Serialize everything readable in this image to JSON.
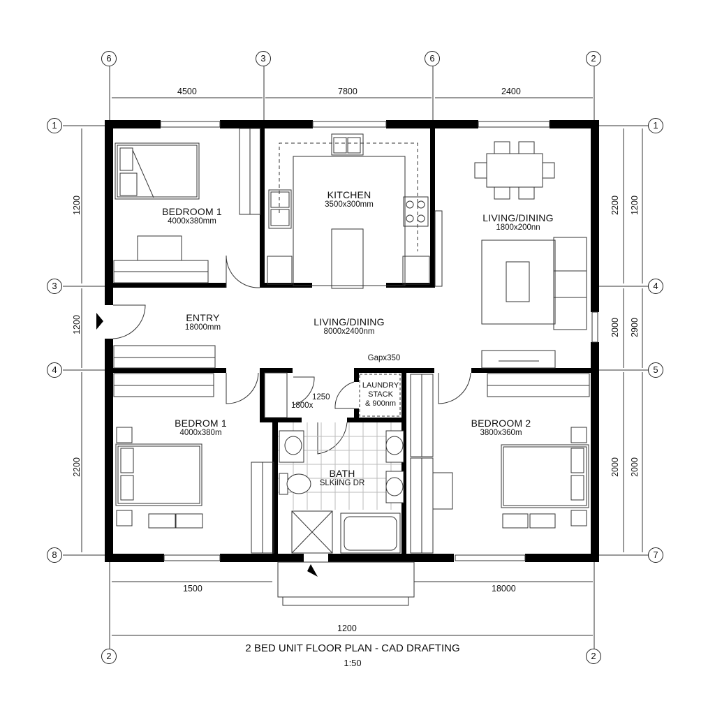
{
  "drawing": {
    "title": "2 BED UNIT FLOOR PLAN - CAD DRAFTING",
    "scale": "1:50"
  },
  "grid_bubbles": {
    "top": [
      "6",
      "3",
      "6",
      "2"
    ],
    "left": [
      "1",
      "3",
      "4",
      "8"
    ],
    "right": [
      "1",
      "4",
      "5",
      "7"
    ],
    "bottom": [
      "2",
      "2"
    ]
  },
  "dimensions": {
    "top": [
      "4500",
      "7800",
      "2400"
    ],
    "left": [
      "1200",
      "1200",
      "2200"
    ],
    "right_inner": [
      "2200",
      "2000",
      "2000"
    ],
    "right_outer": [
      "1200",
      "2900",
      "2000"
    ],
    "bottom_segments": [
      "1500",
      "18000"
    ],
    "bottom_overall": "1200"
  },
  "rooms": {
    "bedroom_1_top": {
      "name": "BEDROOM 1",
      "size": "4000x380mm"
    },
    "kitchen": {
      "name": "KITCHEN",
      "size": "3500x300mm"
    },
    "living_dining_right": {
      "name": "LIVING/DINING",
      "size": "1800x200nn"
    },
    "entry": {
      "name": "ENTRY",
      "size": "18000mm"
    },
    "living_dining_center": {
      "name": "LIVING/DINING",
      "size": "8000x2400nm"
    },
    "gap_note": "Gapx350",
    "laundry": {
      "line1": "LAUNDRY",
      "line2": "STACK",
      "size": "& 900nm"
    },
    "linen_note": {
      "dim": "1250",
      "size": "1800x"
    },
    "bedroom_1_bottom": {
      "name": "BEDROM 1",
      "size": "4000x380m"
    },
    "bath": {
      "name": "BATH",
      "note": "SLKiING DR"
    },
    "bedroom_2": {
      "name": "BEDROOM 2",
      "size": "3800x360m"
    }
  },
  "colors": {
    "wall": "#000000",
    "line": "#333333",
    "background": "#ffffff"
  }
}
